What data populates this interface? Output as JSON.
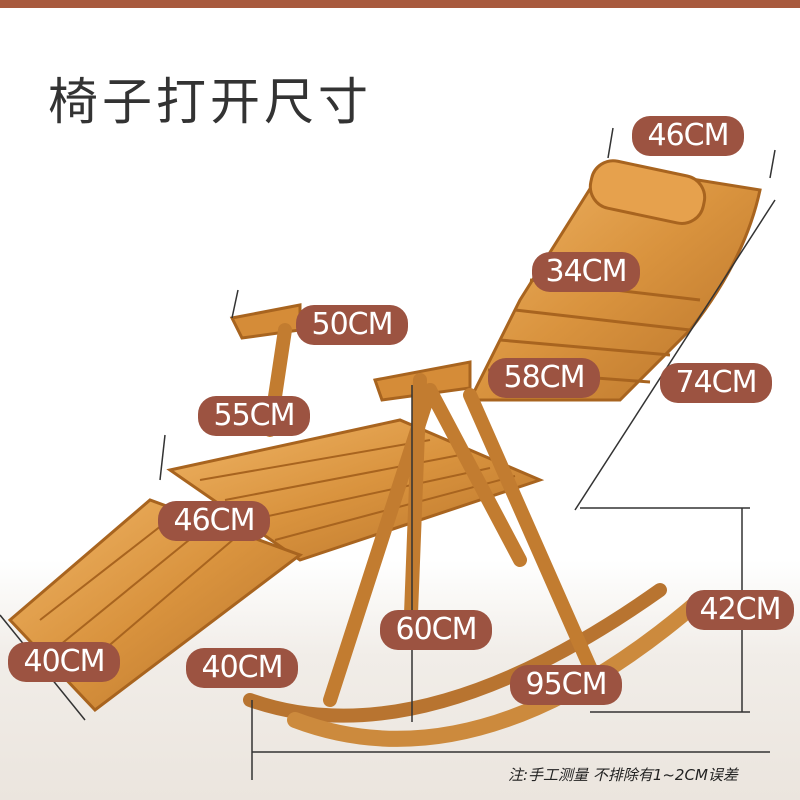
{
  "title": "椅子打开尺寸",
  "dimensions": {
    "backrest_width": "46CM",
    "headrest_width": "34CM",
    "armrest_length": "50CM",
    "seat_width": "58CM",
    "back_height": "74CM",
    "seat_depth": "55CM",
    "legrest_width": "46CM",
    "seat_height": "60CM",
    "legrest_length": "40CM",
    "footrest_length": "40CM",
    "rocker_height": "42CM",
    "total_length": "95CM"
  },
  "note": "注:手工测量  不排除有1~2CM误差",
  "colors": {
    "badge": "#9c5341",
    "bamboo": "#d9933e",
    "bamboo_dark": "#a8641f"
  }
}
